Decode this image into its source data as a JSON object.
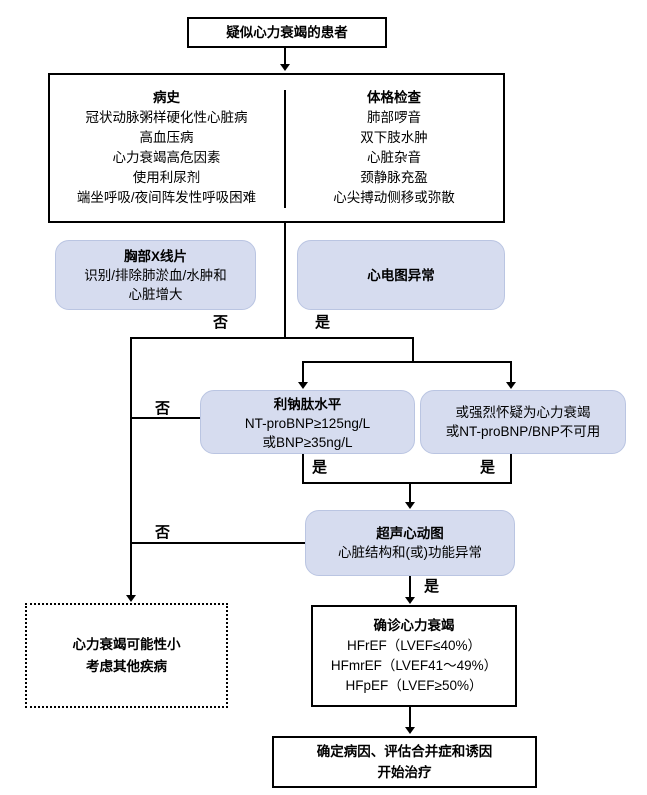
{
  "title_box": {
    "label": "疑似心力衰竭的患者"
  },
  "assessment": {
    "history": {
      "header": "病史",
      "items": [
        "冠状动脉粥样硬化性心脏病",
        "高血压病",
        "心力衰竭高危因素",
        "使用利尿剂",
        "端坐呼吸/夜间阵发性呼吸困难"
      ]
    },
    "exam": {
      "header": "体格检查",
      "items": [
        "肺部啰音",
        "双下肢水肿",
        "心脏杂音",
        "颈静脉充盈",
        "心尖搏动侧移或弥散"
      ]
    }
  },
  "xray_box": {
    "title": "胸部X线片",
    "lines": [
      "识别/排除肺淤血/水肿和",
      "心脏增大"
    ]
  },
  "ecg_box": {
    "title": "心电图异常"
  },
  "natriuretic_box": {
    "title": "利钠肽水平",
    "lines": [
      "NT-proBNP≥125ng/L",
      "或BNP≥35ng/L"
    ]
  },
  "suspicion_box": {
    "lines": [
      "或强烈怀疑为心力衰竭",
      "或NT-proBNP/BNP不可用"
    ]
  },
  "echo_box": {
    "title": "超声心动图",
    "lines": [
      "心脏结构和(或)功能异常"
    ]
  },
  "unlikely_box": {
    "lines": [
      "心力衰竭可能性小",
      "考虑其他疾病"
    ]
  },
  "confirm_box": {
    "title": "确诊心力衰竭",
    "lines": [
      "HFrEF（LVEF≤40%）",
      "HFmrEF（LVEF41～49%）",
      "HFpEF（LVEF≥50%）"
    ]
  },
  "treatment_box": {
    "lines": [
      "确定病因、评估合并症和诱因",
      "开始治疗"
    ]
  },
  "labels": {
    "no": "否",
    "yes": "是"
  },
  "colors": {
    "node_fill": "#d6dcef",
    "node_border": "#bac5e2",
    "line": "#000000"
  }
}
